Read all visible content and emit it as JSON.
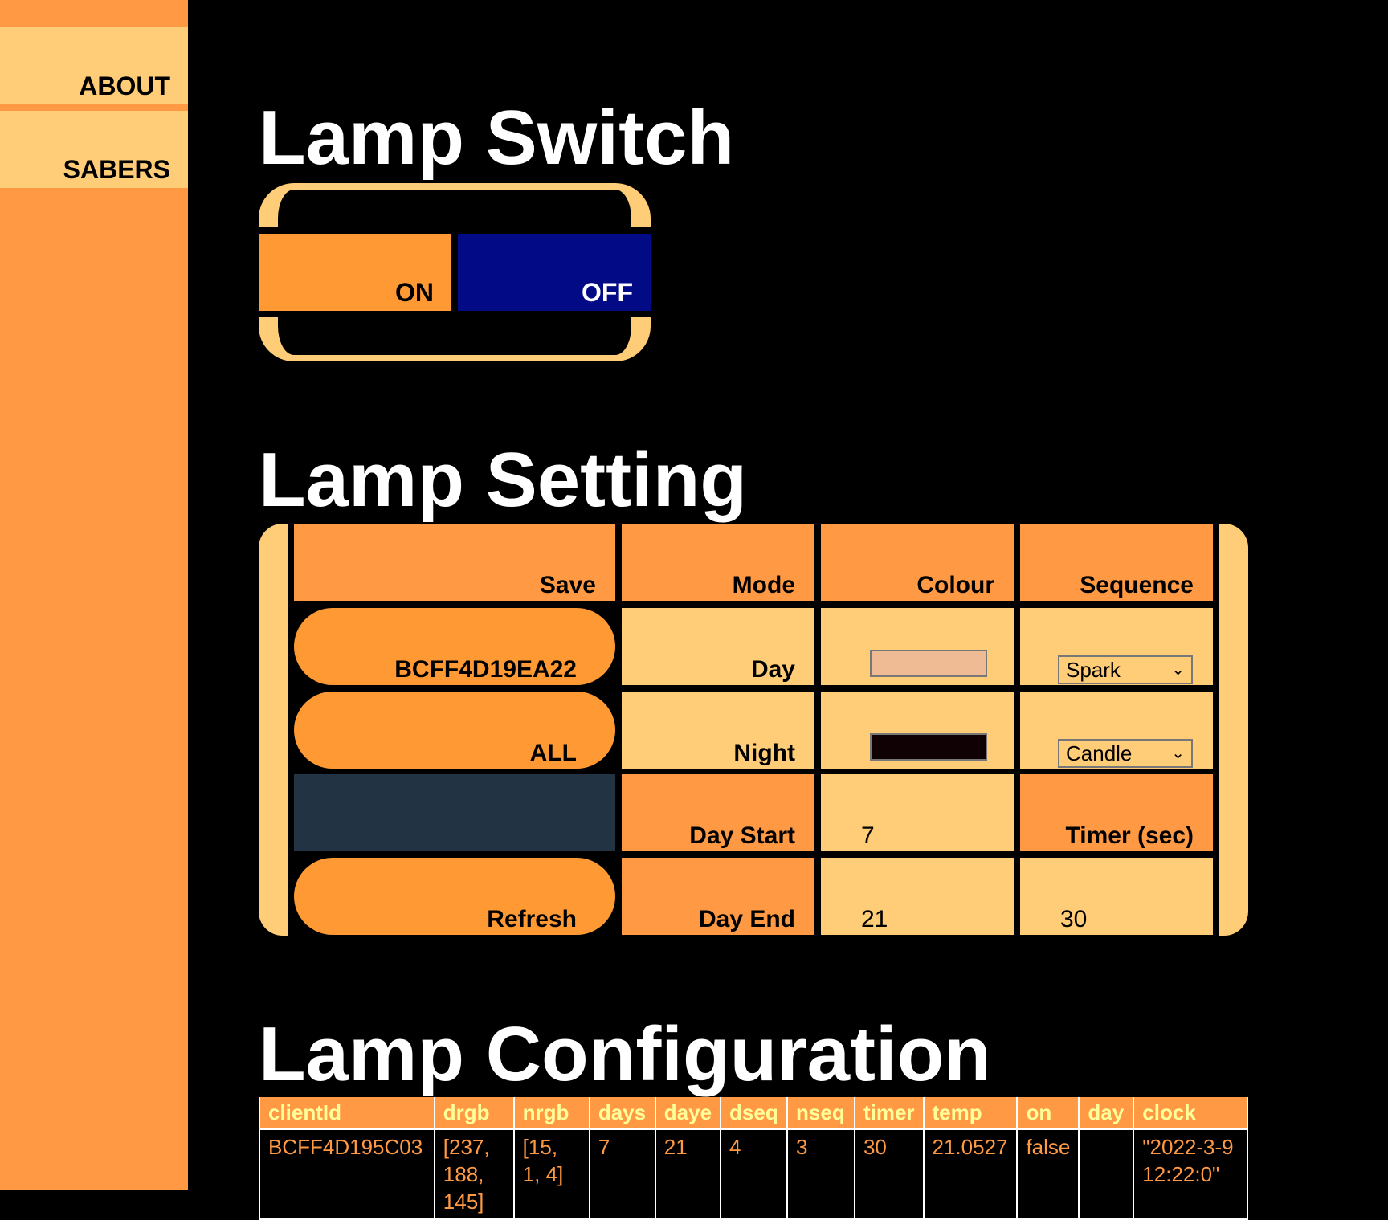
{
  "sidebar": {
    "items": [
      {
        "label": "ABOUT"
      },
      {
        "label": "SABERS"
      }
    ]
  },
  "switch": {
    "title": "Lamp Switch",
    "on_label": "ON",
    "off_label": "OFF"
  },
  "setting": {
    "title": "Lamp Setting",
    "headers": {
      "save": "Save",
      "mode": "Mode",
      "colour": "Colour",
      "sequence": "Sequence"
    },
    "device_button": "BCFF4D19EA22",
    "all_button": "ALL",
    "refresh_button": "Refresh",
    "day": {
      "label": "Day",
      "colour": "#efbb95",
      "sequence": "Spark"
    },
    "night": {
      "label": "Night",
      "colour": "#0f0104",
      "sequence": "Candle"
    },
    "day_start": {
      "label": "Day Start",
      "value": "7"
    },
    "timer": {
      "label": "Timer (sec)",
      "value": "30"
    },
    "day_end": {
      "label": "Day End",
      "value": "21"
    }
  },
  "config": {
    "title": "Lamp Configuration",
    "columns": [
      "clientId",
      "drgb",
      "nrgb",
      "days",
      "daye",
      "dseq",
      "nseq",
      "timer",
      "temp",
      "on",
      "day",
      "clock"
    ],
    "rows": [
      [
        "BCFF4D195C03",
        "[237, 188, 145]",
        "[15, 1, 4]",
        "7",
        "21",
        "4",
        "3",
        "30",
        "21.0527",
        "false",
        "",
        "\"2022-3-9 12:22:0\""
      ]
    ]
  },
  "colors": {
    "sidebar": "#ff9944",
    "light": "#ffcc77",
    "on": "#ff9933",
    "off": "#020a85",
    "empty_cell": "#223344"
  }
}
